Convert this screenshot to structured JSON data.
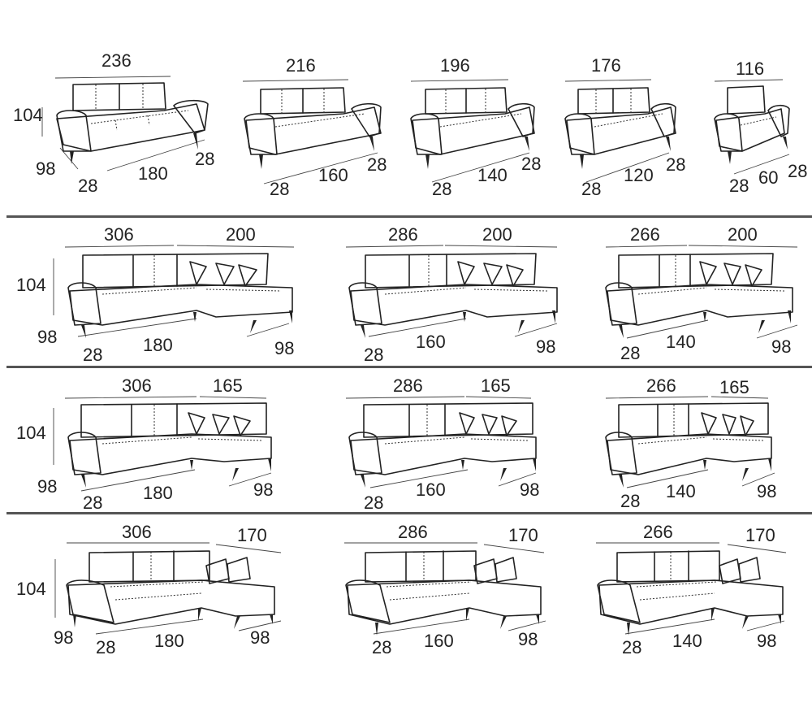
{
  "rows": [
    {
      "height_label": "104",
      "items": [
        {
          "top_total": "236",
          "depth": "98",
          "arm_left": "28",
          "seat": "180",
          "arm_right": "28"
        },
        {
          "top_total": "216",
          "arm_left": "28",
          "seat": "160",
          "arm_right": "28"
        },
        {
          "top_total": "196",
          "arm_left": "28",
          "seat": "140",
          "arm_right": "28"
        },
        {
          "top_total": "176",
          "arm_left": "28",
          "seat": "120",
          "arm_right": "28"
        },
        {
          "top_total": "116",
          "arm_left": "28",
          "seat": "60",
          "arm_right": "28"
        }
      ]
    },
    {
      "height_label": "104",
      "items": [
        {
          "top_main": "306",
          "top_chaise": "200",
          "depth": "98",
          "arm_left": "28",
          "seat": "180",
          "chaise_depth": "98"
        },
        {
          "top_main": "286",
          "top_chaise": "200",
          "arm_left": "28",
          "seat": "160",
          "chaise_depth": "98"
        },
        {
          "top_main": "266",
          "top_chaise": "200",
          "arm_left": "28",
          "seat": "140",
          "chaise_depth": "98"
        }
      ]
    },
    {
      "height_label": "104",
      "items": [
        {
          "top_main": "306",
          "top_chaise": "165",
          "depth": "98",
          "arm_left": "28",
          "seat": "180",
          "chaise_depth": "98"
        },
        {
          "top_main": "286",
          "top_chaise": "165",
          "arm_left": "28",
          "seat": "160",
          "chaise_depth": "98"
        },
        {
          "top_main": "266",
          "top_chaise": "165",
          "arm_left": "28",
          "seat": "140",
          "chaise_depth": "98"
        }
      ]
    },
    {
      "height_label": "104",
      "items": [
        {
          "top_main": "306",
          "top_chaise": "170",
          "depth": "98",
          "arm_left": "28",
          "seat": "180",
          "chaise_depth": "98"
        },
        {
          "top_main": "286",
          "top_chaise": "170",
          "arm_left": "28",
          "seat": "160",
          "chaise_depth": "98"
        },
        {
          "top_main": "266",
          "top_chaise": "170",
          "arm_left": "28",
          "seat": "140",
          "chaise_depth": "98"
        }
      ]
    }
  ]
}
